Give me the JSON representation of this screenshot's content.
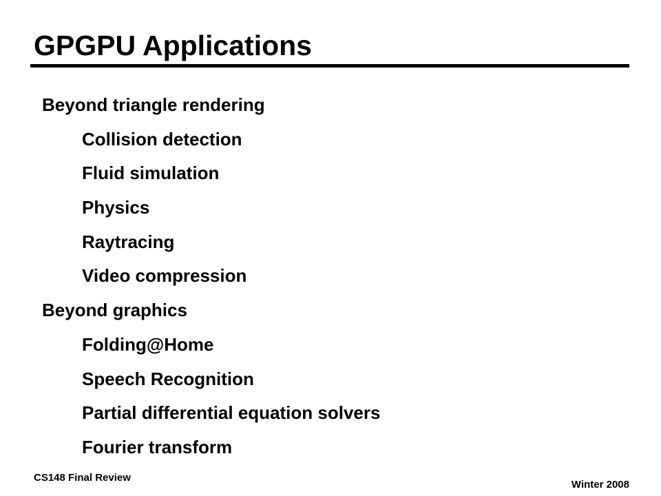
{
  "slide": {
    "title": "GPGPU Applications",
    "items": [
      {
        "level": 1,
        "text": "Beyond triangle rendering"
      },
      {
        "level": 2,
        "text": "Collision detection"
      },
      {
        "level": 2,
        "text": "Fluid simulation"
      },
      {
        "level": 2,
        "text": "Physics"
      },
      {
        "level": 2,
        "text": "Raytracing"
      },
      {
        "level": 2,
        "text": "Video compression"
      },
      {
        "level": 1,
        "text": "Beyond graphics"
      },
      {
        "level": 2,
        "text": "Folding@Home"
      },
      {
        "level": 2,
        "text": "Speech Recognition"
      },
      {
        "level": 2,
        "text": "Partial differential equation solvers"
      },
      {
        "level": 2,
        "text": "Fourier transform"
      }
    ]
  },
  "footer": {
    "left": "CS148 Final Review",
    "right": "Winter 2008"
  }
}
